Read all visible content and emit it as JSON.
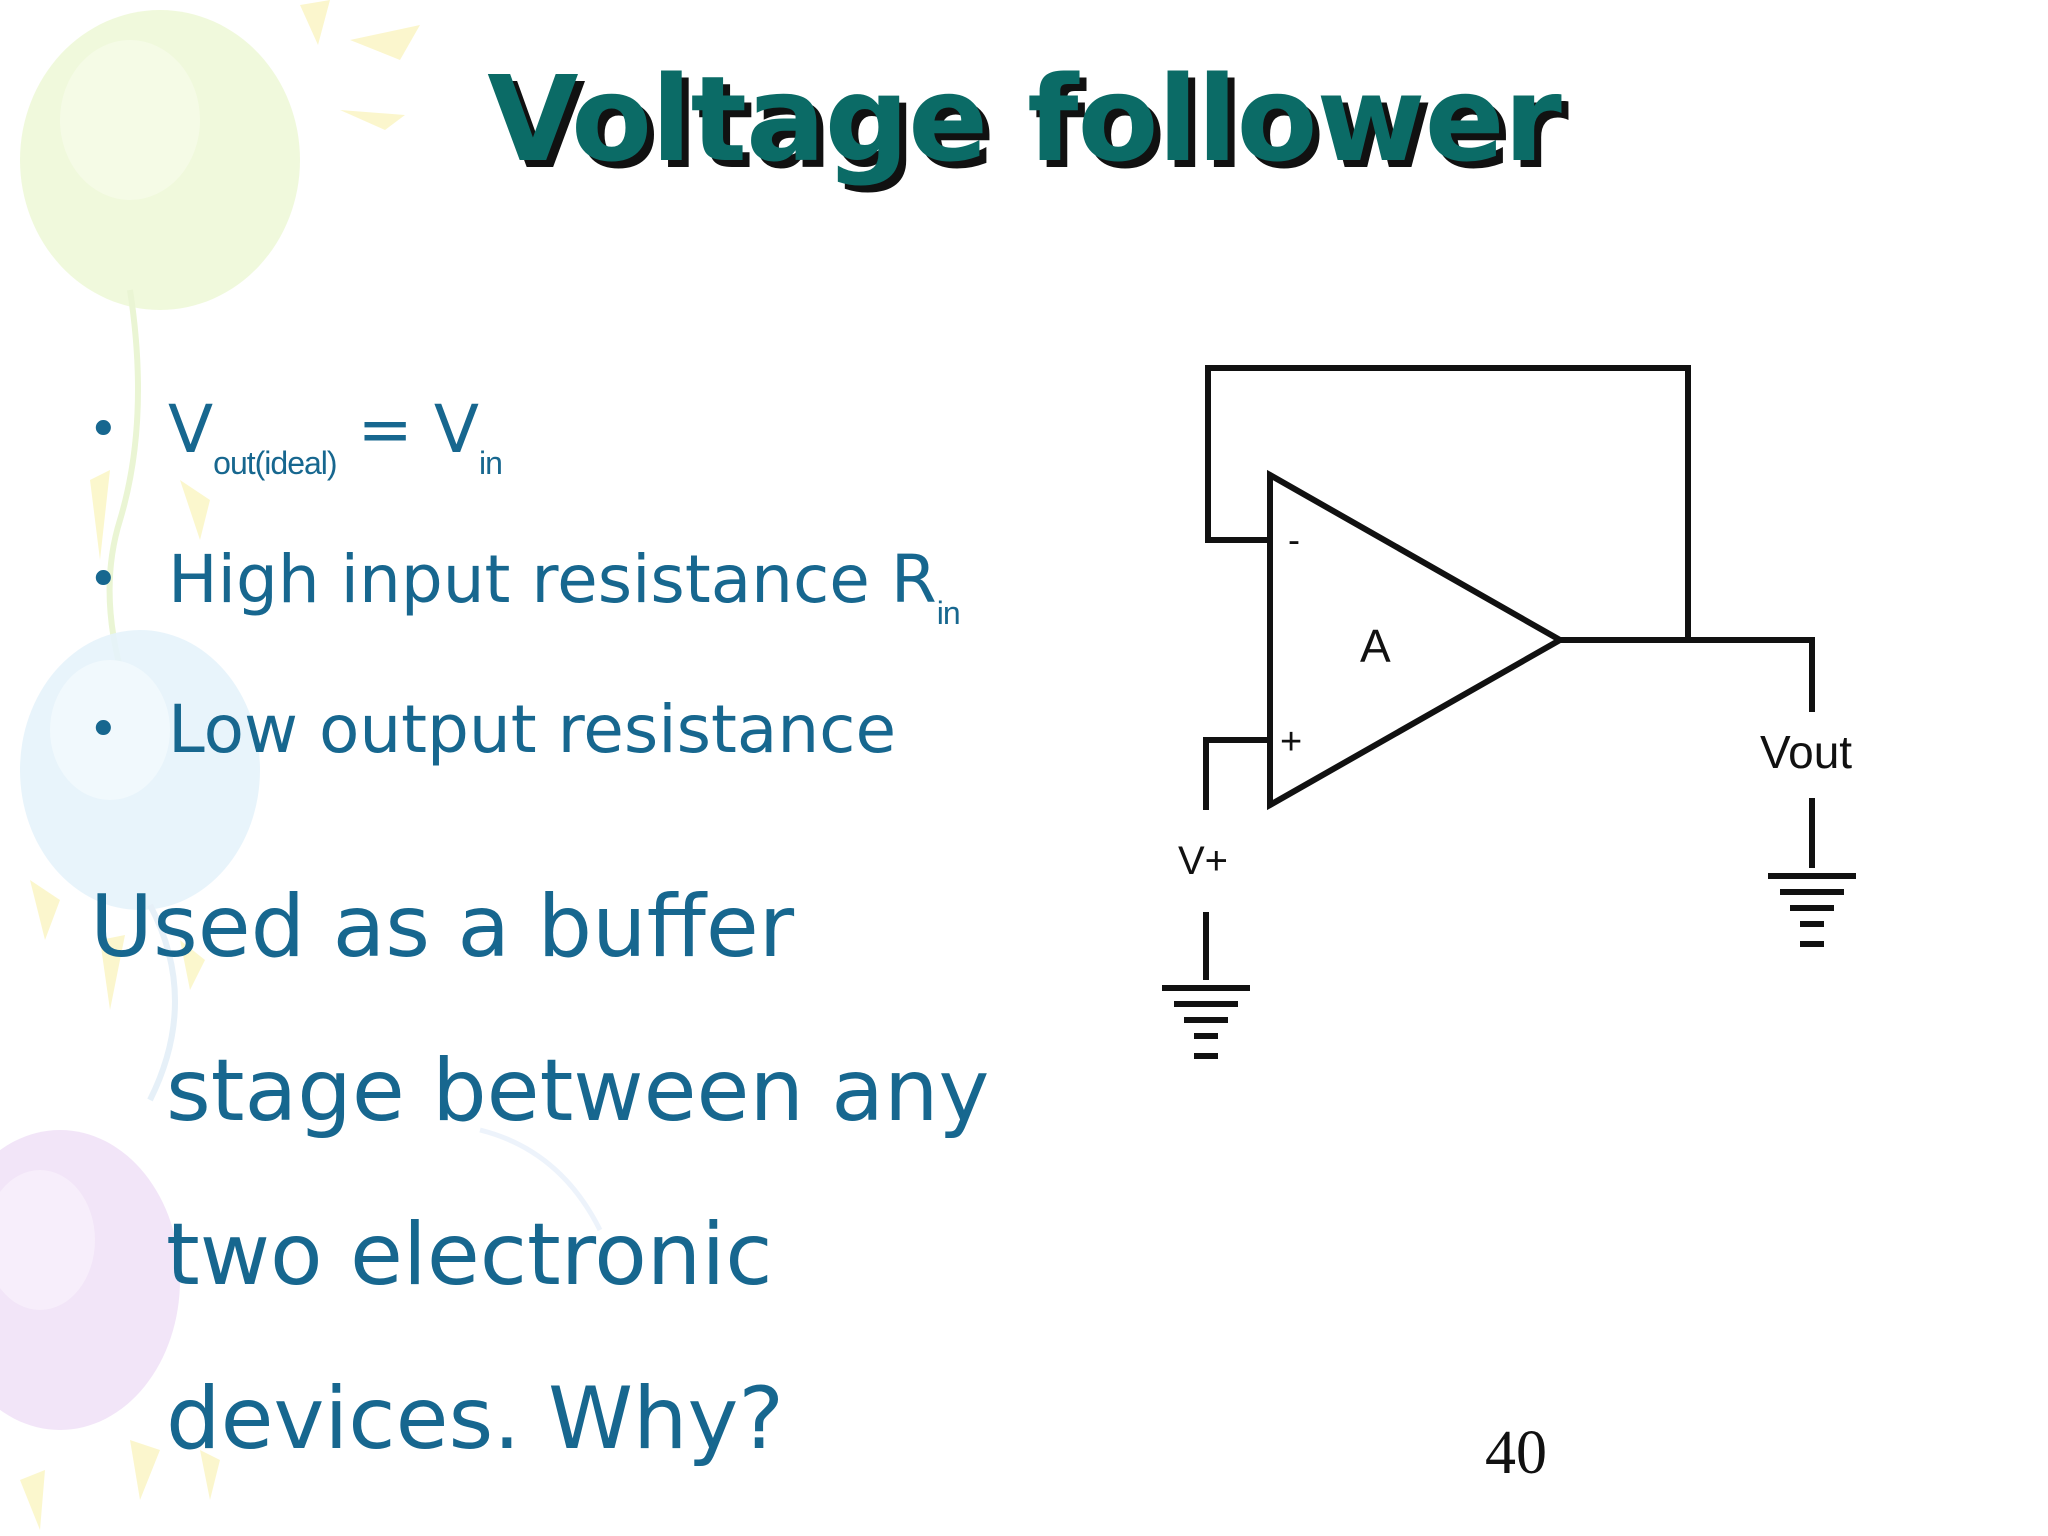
{
  "slide": {
    "title": "Voltage follower",
    "bullets": [
      {
        "main": "V",
        "sub": "out(ideal)",
        "rest": " = V",
        "sub2": "in"
      },
      {
        "main": "High input resistance R",
        "sub": "in"
      },
      {
        "main": "Low output resistance"
      }
    ],
    "paragraph": {
      "line1": "Used as a buffer",
      "line2": "stage between any",
      "line3": "two electronic",
      "line4": "devices. Why?"
    },
    "page_number": "40"
  },
  "circuit": {
    "amp_label": "A",
    "minus_label": "-",
    "plus_label": "+",
    "input_label": "V+",
    "output_label": "Vout"
  },
  "colors": {
    "title": "#0b6b66",
    "title_shadow": "#111111",
    "body_text": "#17678f",
    "wire": "#111111"
  }
}
